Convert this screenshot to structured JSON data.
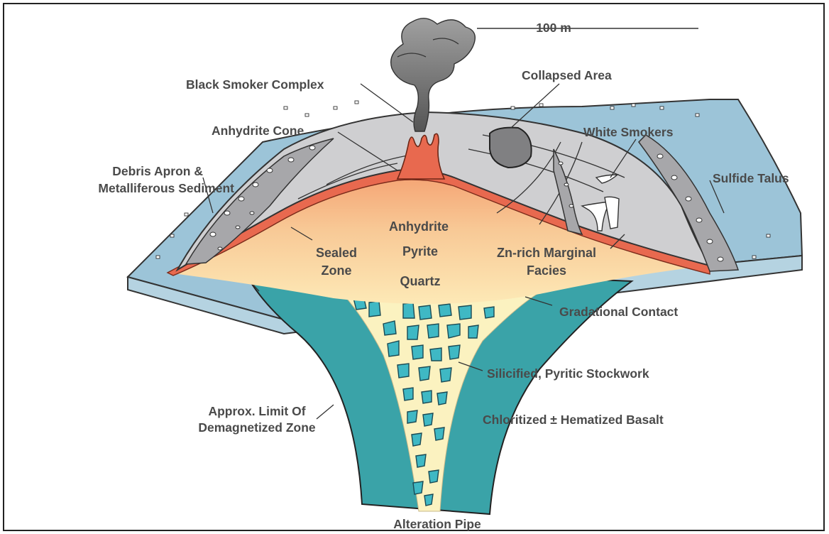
{
  "scale": {
    "text": "100 m"
  },
  "labels": {
    "black_smoker_complex": "Black Smoker Complex",
    "collapsed_area": "Collapsed Area",
    "anhydrite_cone": "Anhydrite Cone",
    "white_smokers": "White Smokers",
    "debris_apron_line1": "Debris Apron &",
    "debris_apron_line2": "Metalliferous Sediment",
    "sulfide_talus": "Sulfide Talus",
    "anhydrite": "Anhydrite",
    "pyrite": "Pyrite",
    "quartz": "Quartz",
    "sealed_zone_line1": "Sealed",
    "sealed_zone_line2": "Zone",
    "zn_rich_line1": "Zn-rich Marginal",
    "zn_rich_line2": "Facies",
    "gradational_contact": "Gradational Contact",
    "silicified_stockwork": "Silicified, Pyritic Stockwork",
    "approx_limit_line1": "Approx. Limit Of",
    "approx_limit_line2": "Demagnetized Zone",
    "chloritized_basalt": "Chloritized ± Hematized Basalt",
    "alteration_pipe": "Alteration Pipe"
  },
  "colors": {
    "seafloor": "#9cc4d8",
    "mound_grey": "#cfcfd1",
    "sulfide_orange": "#e8694f",
    "core_gradient_top": "#f6b07e",
    "core_gradient_bottom": "#fbe6b0",
    "basalt_teal": "#3aa3a8",
    "stockwork_cream": "#fbf2c0",
    "smoke": "#7a7a7a"
  }
}
